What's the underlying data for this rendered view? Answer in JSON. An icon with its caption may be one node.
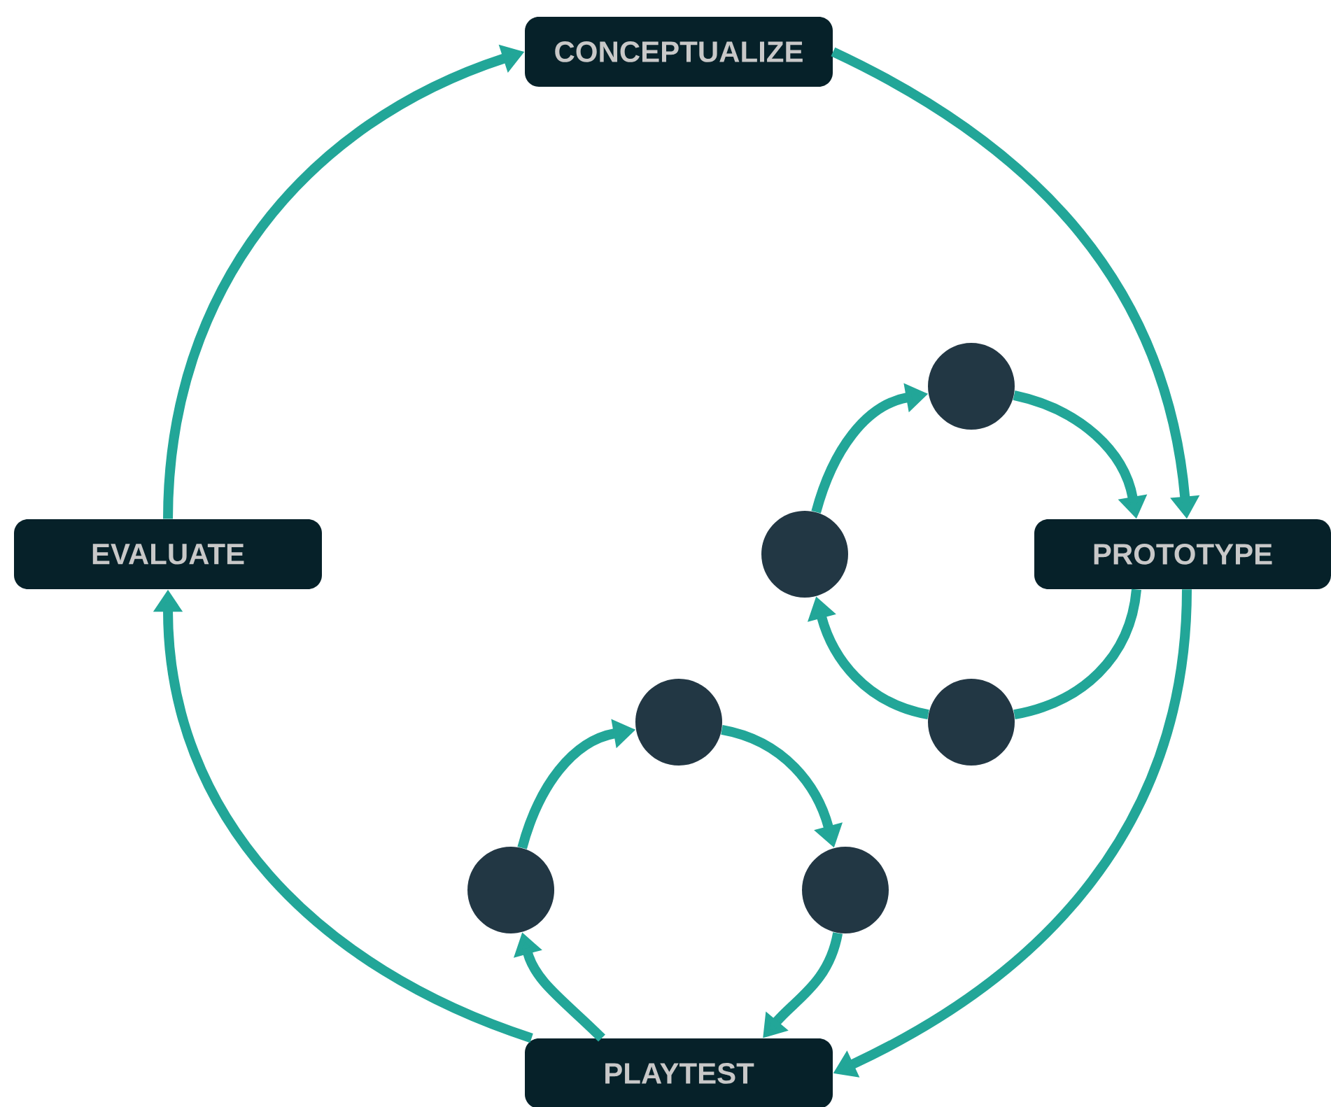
{
  "diagram": {
    "nodes": [
      {
        "text": [
          "CONCEPTUALIZE"
        ]
      },
      {
        "text": [
          "PROTOTYPE"
        ]
      },
      {
        "text": [
          "PLAYTEST"
        ]
      },
      {
        "text": [
          "EVALUATE"
        ]
      },
      {
        "text": [],
        "shape": "circle"
      },
      {
        "text": [],
        "shape": "circle"
      },
      {
        "text": [],
        "shape": "circle"
      },
      {
        "text": [],
        "shape": "circle"
      },
      {
        "text": [],
        "shape": "circle"
      },
      {
        "text": [],
        "shape": "circle"
      }
    ],
    "edges": [
      {
        "from": 0,
        "to": 1,
        "arrow": "to"
      },
      {
        "from": 1,
        "to": 2,
        "arrow": "to"
      },
      {
        "from": 2,
        "to": 3,
        "arrow": "to"
      },
      {
        "from": 3,
        "to": 0,
        "arrow": "to"
      },
      {
        "from": 4,
        "to": 1,
        "arrow": "to"
      },
      {
        "from": 1,
        "to": 6,
        "arrow": "none"
      },
      {
        "from": 6,
        "to": 5,
        "arrow": "to"
      },
      {
        "from": 5,
        "to": 4,
        "arrow": "to"
      },
      {
        "from": 2,
        "to": 8,
        "arrow": "to"
      },
      {
        "from": 8,
        "to": 7,
        "arrow": "to"
      },
      {
        "from": 7,
        "to": 9,
        "arrow": "to"
      },
      {
        "from": 9,
        "to": 2,
        "arrow": "to"
      }
    ]
  }
}
